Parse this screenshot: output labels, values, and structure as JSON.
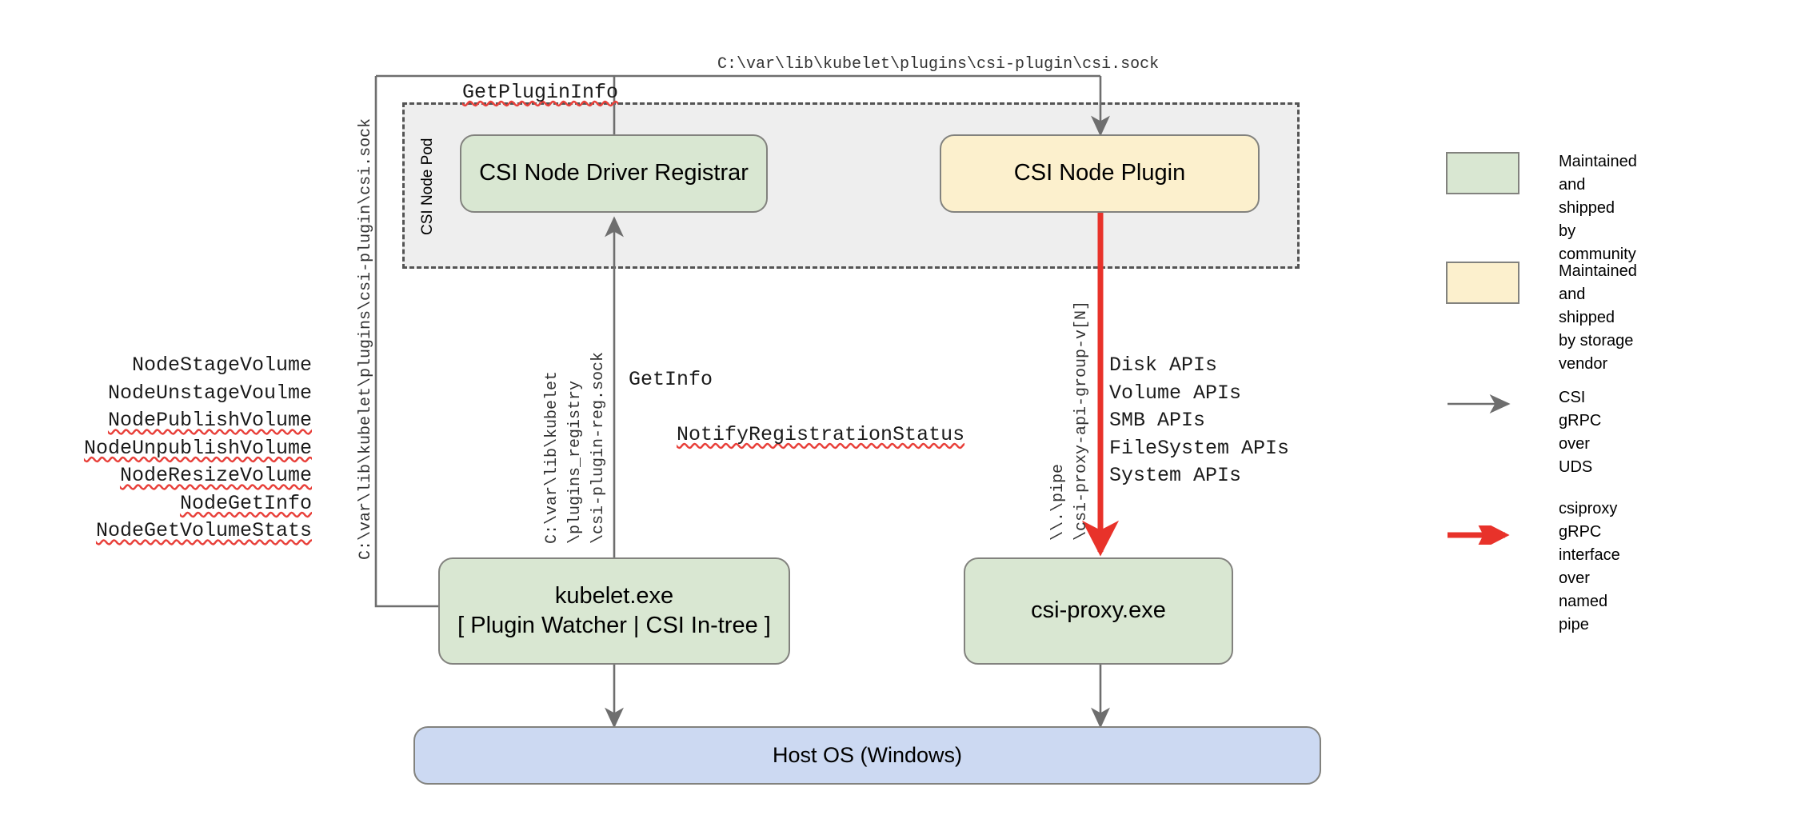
{
  "diagram": {
    "title": "CSI Proxy on Windows architecture",
    "pod": {
      "label": "CSI Node Pod"
    },
    "nodes": {
      "registrar": {
        "label": "CSI Node Driver Registrar",
        "fill": "#d9e7d2"
      },
      "node_plugin": {
        "label": "CSI Node Plugin",
        "fill": "#fcf0cd"
      },
      "kubelet_line1": "kubelet.exe",
      "kubelet_line2": "[ Plugin Watcher | CSI In-tree ]",
      "csi_proxy": {
        "label": "csi-proxy.exe",
        "fill": "#d9e7d2"
      },
      "host_os": {
        "label": "Host OS (Windows)",
        "fill": "#ccd9f2"
      }
    },
    "labels": {
      "get_plugin_info": "GetPluginInfo",
      "top_socket_path": "C:\\var\\lib\\kubelet\\plugins\\csi-plugin\\csi.sock",
      "left_socket_path": "C:\\var\\lib\\kubelet\\plugins\\csi-plugin\\csi.sock",
      "registry_path_line1": "C:\\var\\lib\\kubelet",
      "registry_path_line2": "\\plugins_registry",
      "registry_path_line3": "\\csi-plugin-reg.sock",
      "get_info": "GetInfo",
      "notify_registration_status": "NotifyRegistrationStatus",
      "pipe_line1": "\\\\.\\pipe",
      "pipe_line2": "\\csi-proxy-api-group-v[N]"
    },
    "node_service_apis": [
      {
        "text": "NodeStageVolume",
        "squiggle": false
      },
      {
        "text": "NodeUnstageVoulme",
        "squiggle": false
      },
      {
        "text": "NodePublishVolume",
        "squiggle": true
      },
      {
        "text": "NodeUnpublishVolume",
        "squiggle": true
      },
      {
        "text": "NodeResizeVolume",
        "squiggle": true
      },
      {
        "text": "NodeGetInfo",
        "squiggle": true
      },
      {
        "text": "NodeGetVolumeStats",
        "squiggle": true
      }
    ],
    "csi_proxy_apis": [
      "Disk APIs",
      "Volume APIs",
      "SMB APIs",
      "FileSystem APIs",
      "System APIs"
    ],
    "legend": [
      {
        "kind": "swatch",
        "color": "#d9e7d2",
        "text": "Maintained and shipped\nby community"
      },
      {
        "kind": "swatch",
        "color": "#fcf0cd",
        "text": "Maintained and shipped\nby storage vendor"
      },
      {
        "kind": "arrow",
        "color": "#6e6e6e",
        "text": "CSI gRPC over\nUDS"
      },
      {
        "kind": "arrow",
        "color": "#e8322a",
        "text": "csiproxy gRPC\ninterface over\nnamed pipe"
      }
    ],
    "colors": {
      "community_green": "#d9e7d2",
      "vendor_yellow": "#fcf0cd",
      "host_blue": "#ccd9f2",
      "pod_gray": "#eeeeee",
      "edge_gray": "#6e6e6e",
      "edge_red": "#e8322a",
      "spellcheck_red": "#e8403a"
    }
  }
}
